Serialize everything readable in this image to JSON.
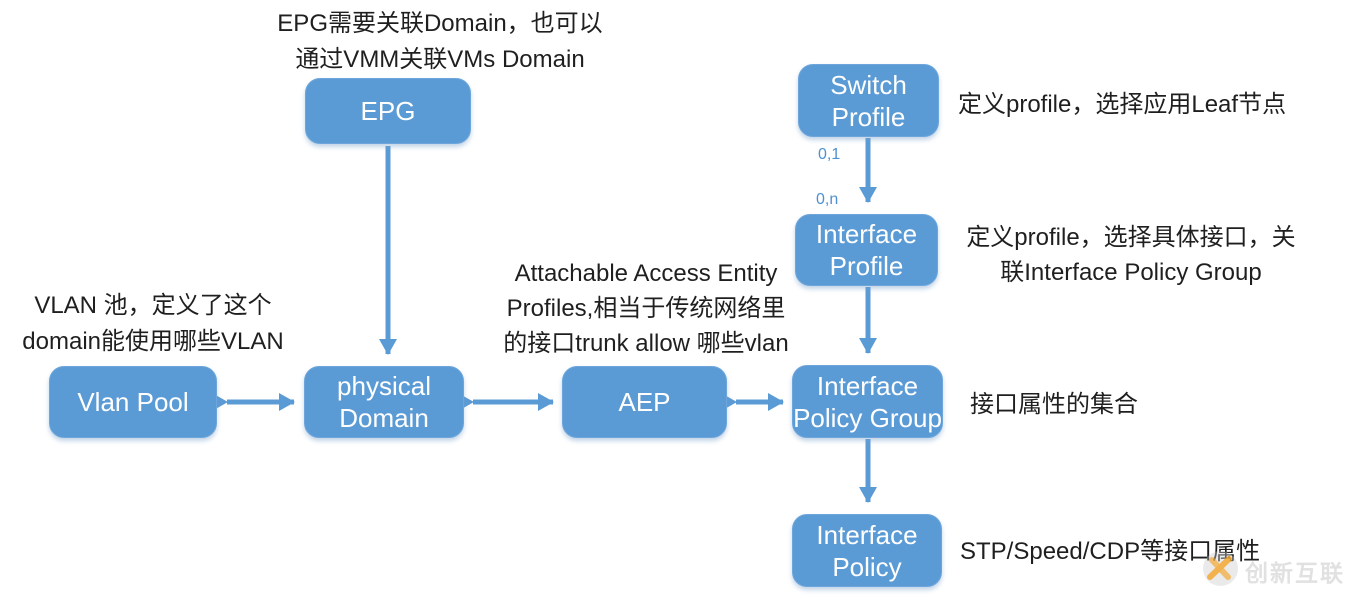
{
  "diagram_title": "ACI access policy relationship diagram",
  "colors": {
    "node_fill": "#5b9bd5",
    "node_text": "#ffffff",
    "arrow": "#5b9bd5",
    "note_text": "#1f1f1f",
    "cardinality_text": "#4e91d2",
    "watermark_text": "#dcdcdc",
    "watermark_logo_orange": "#f0a52e"
  },
  "nodes": {
    "epg": {
      "label": "EPG"
    },
    "switch_profile": {
      "label": "Switch\nProfile"
    },
    "interface_profile": {
      "label": "Interface\nProfile"
    },
    "vlan_pool": {
      "label": "Vlan Pool"
    },
    "physical_domain": {
      "label": "physical\nDomain"
    },
    "aep": {
      "label": "AEP"
    },
    "interface_policy_group": {
      "label": "Interface\nPolicy Group"
    },
    "interface_policy": {
      "label": "Interface\nPolicy"
    }
  },
  "notes": {
    "epg": "EPG需要关联Domain，也可以\n通过VMM关联VMs Domain",
    "vlan_pool": "VLAN 池，定义了这个\ndomain能使用哪些VLAN",
    "aep": "Attachable Access Entity\nProfiles,相当于传统网络里\n的接口trunk allow 哪些vlan",
    "switch_profile": "定义profile，选择应用Leaf节点",
    "interface_profile": "定义profile，选择具体接口，关\n联Interface Policy Group",
    "interface_policy_group": "接口属性的集合",
    "interface_policy": "STP/Speed/CDP等接口属性"
  },
  "cardinality": {
    "upper": "0,1",
    "lower": "0,n"
  },
  "edges": [
    {
      "from": "EPG",
      "to": "physical Domain",
      "type": "one-way"
    },
    {
      "from": "Switch Profile",
      "to": "Interface Profile",
      "type": "one-way",
      "labels": [
        "0,1",
        "0,n"
      ]
    },
    {
      "from": "Interface Profile",
      "to": "Interface Policy Group",
      "type": "one-way"
    },
    {
      "from": "Interface Policy Group",
      "to": "Interface Policy",
      "type": "one-way"
    },
    {
      "from": "Vlan Pool",
      "to": "physical Domain",
      "type": "two-way"
    },
    {
      "from": "physical Domain",
      "to": "AEP",
      "type": "two-way"
    },
    {
      "from": "AEP",
      "to": "Interface Policy Group",
      "type": "two-way"
    }
  ],
  "watermark": {
    "brand": "创新互联",
    "logo": "x-swoosh-icon"
  }
}
